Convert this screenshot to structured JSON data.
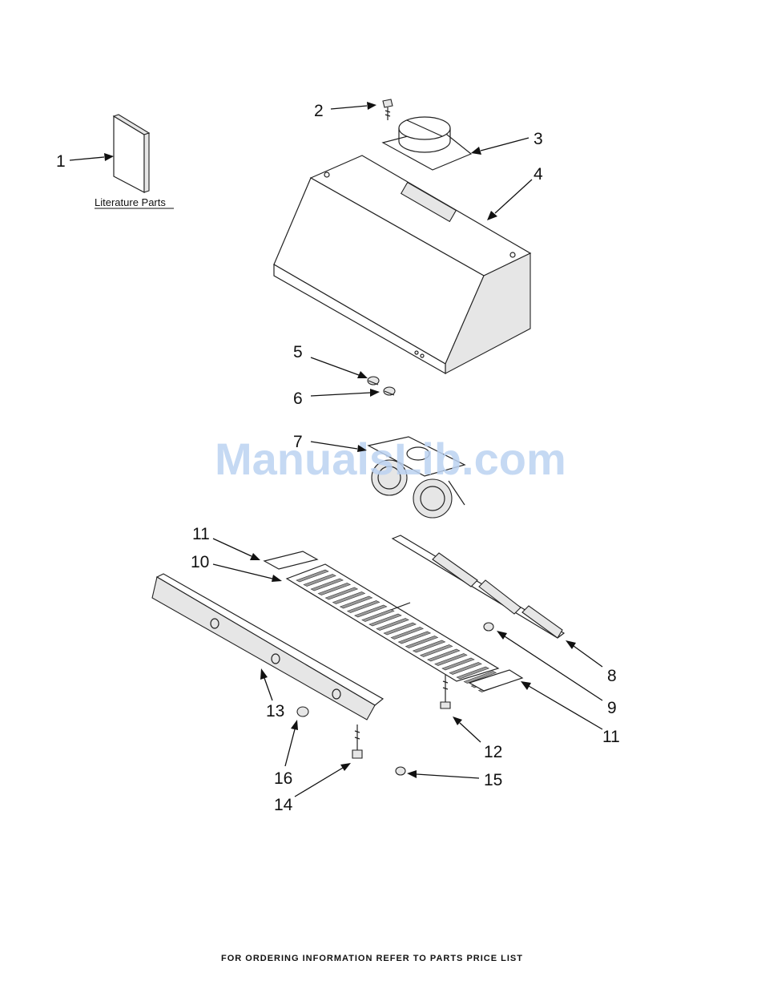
{
  "literature_label": "Literature Parts",
  "footer_text": "FOR ORDERING INFORMATION REFER TO PARTS PRICE LIST",
  "watermark_text": "ManualsLib.com",
  "callouts": [
    "1",
    "2",
    "3",
    "4",
    "5",
    "6",
    "7",
    "8",
    "9",
    "10",
    "11",
    "11",
    "12",
    "13",
    "14",
    "15",
    "16"
  ]
}
